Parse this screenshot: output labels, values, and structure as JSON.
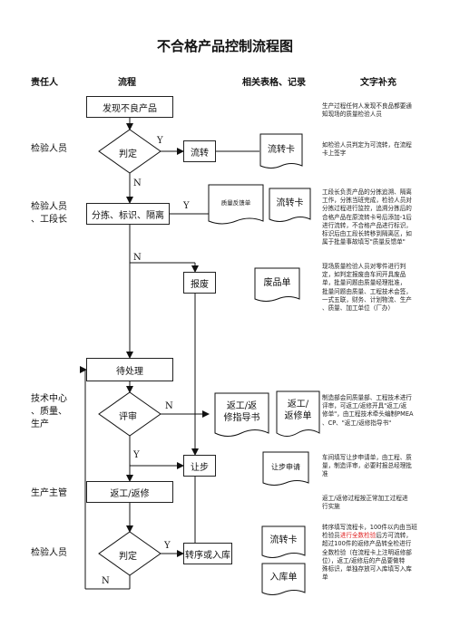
{
  "title": "不合格产品控制流程图",
  "headers": {
    "responsible": "责任人",
    "process": "流程",
    "forms": "相关表格、记录",
    "notes": "文字补充"
  },
  "responsible": {
    "r1": "检验人员",
    "r2": "检验人员\n、工段长",
    "r3": "技术中心\n、质量、\n生产",
    "r4": "生产主管",
    "r5": "检验人员"
  },
  "process": {
    "find": "发现不良产品",
    "judge1": "判定",
    "flow": "流转",
    "sort": "分拣、标识、隔离",
    "scrap": "报废",
    "pending": "待处理",
    "review": "评审",
    "concession": "让步",
    "rework": "返工/返修",
    "judge2": "判定",
    "transfer_store": "转序或入库"
  },
  "branch": {
    "y1": "Y",
    "n1": "N",
    "y2": "Y",
    "n2": "N",
    "n3": "N",
    "y3": "Y",
    "y4": "Y",
    "n4": "N"
  },
  "forms": {
    "flow_card1": "流转卡",
    "quality_feedback": "质量反馈单",
    "flow_card2": "流转卡",
    "scrap_form": "废品单",
    "rework_guide": "返工/返\n修指导书",
    "rework_form": "返工/\n返修单",
    "concession_form": "让步申请",
    "flow_card3": "流转卡",
    "store_form": "入库单"
  },
  "notes": {
    "n1": "生产过程任何人发现不良品都要通\n知现场的质量检验人员",
    "n2": "如检验人员判定为可流转，在流程\n卡上签字",
    "n3": "工段长负责产品的分拣追溯、隔离\n工作，分拣当班完成，检验人员对\n分拣过程进行监控，追溯分拣后的\n合格产品在原流转卡号后添加-1后\n进行流转，不合格产品进行标识，\n标识后由工段长转移到隔离区，如\n属于批量事故填写\"质量反馈单\"",
    "n4": "现场质量检验人员对零件进行判\n定，如判定报废由车间开具废品\n单，批量问题由质量经理批准，\n批量问题由质量、工程技术会签，\n一式五联，财务、计划物流、生产\n、质量、加工单位（厂办）",
    "n5": "制造部会同质量部、工程技术进行\n评审，可返工/返修开具\"返工/返\n修单\"，由工程技术牵头编制PMEA\n、CP、\"返工/返修指导书\"",
    "n6": "车间填写让步申请单，由工程、质\n量，制造评审，必要时报总经理批\n准",
    "n7": "返工/返修过程按正常加工过程进\n行实施",
    "n8_a": "转序填写流程卡，100件以内由当班\n检验员",
    "n8_red": "进行全数检验",
    "n8_b": "后方可流转，\n超过100件的返修产品转全检进行\n全数检验（在流程卡上注明返修部\n位），返工/返修后的产品要做特\n殊标识，单独存放可入库填写入库\n单"
  }
}
